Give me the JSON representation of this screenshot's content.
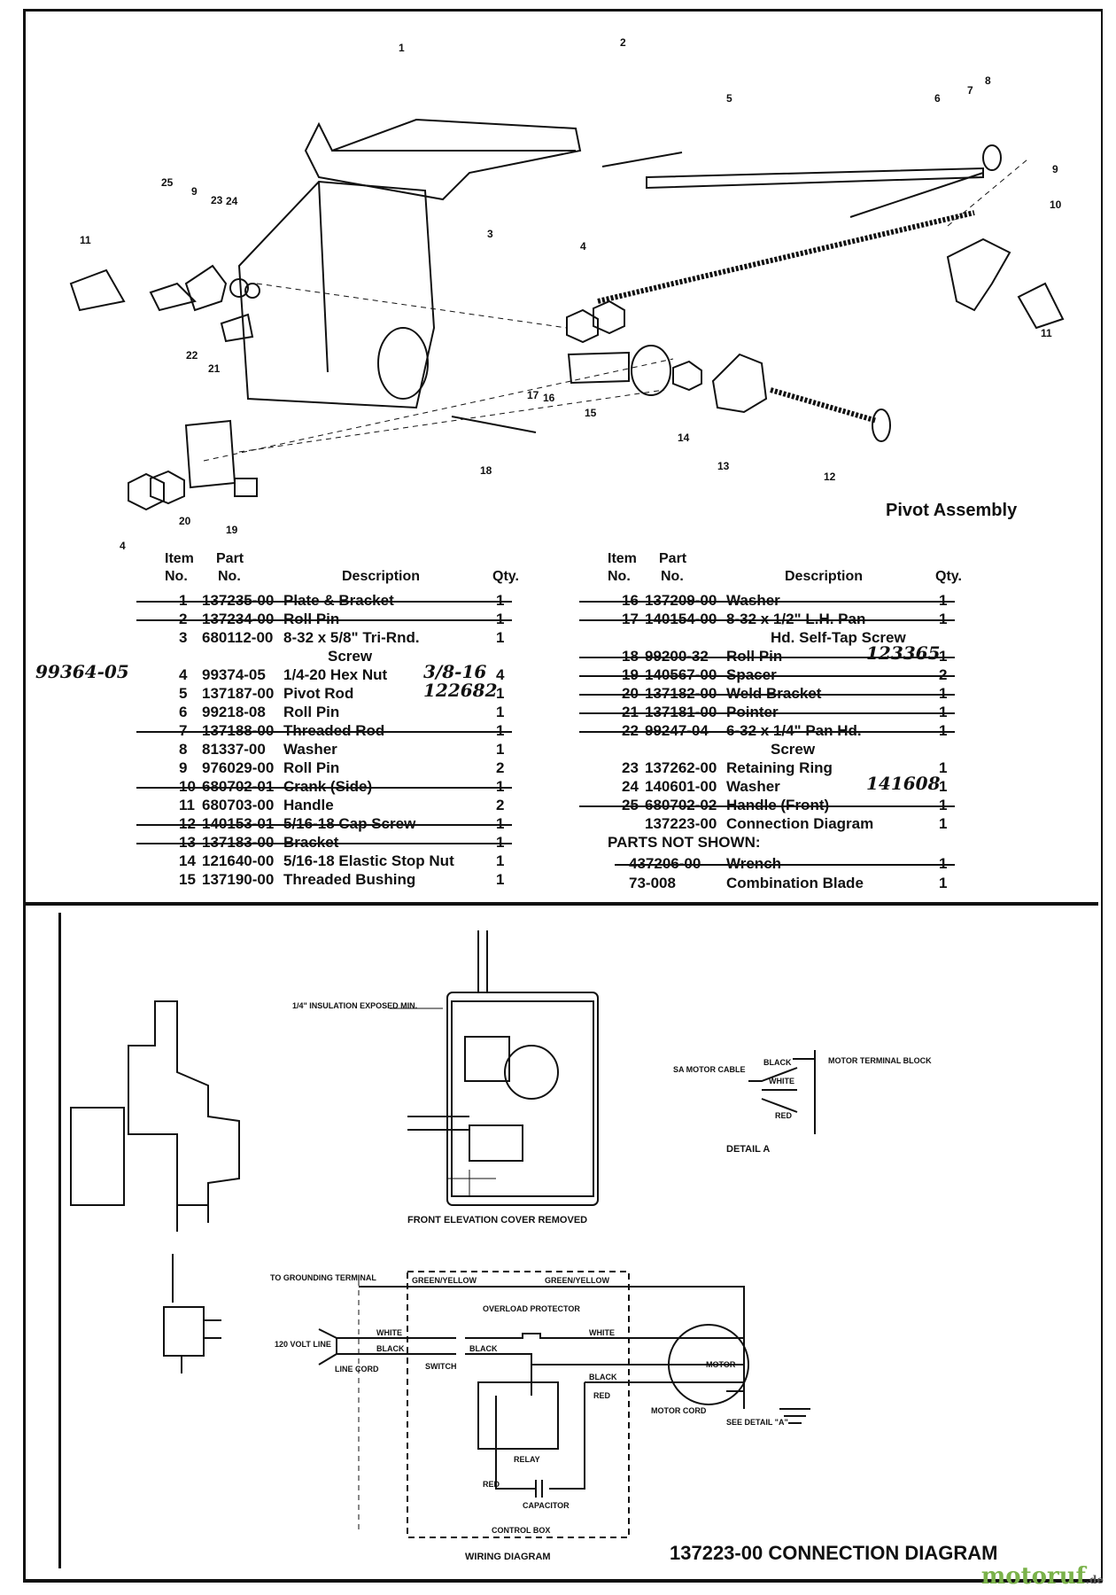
{
  "assembly": {
    "title": "Pivot Assembly",
    "callouts": [
      "1",
      "2",
      "3",
      "4",
      "5",
      "6",
      "7",
      "8",
      "9",
      "10",
      "11",
      "12",
      "13",
      "14",
      "15",
      "16",
      "17",
      "18",
      "19",
      "20",
      "21",
      "22",
      "23",
      "24",
      "25"
    ]
  },
  "parts_table": {
    "headers": {
      "item": "Item",
      "no": "No.",
      "part": "Part",
      "part_no": "No.",
      "description": "Description",
      "qty": "Qty."
    },
    "left_rows": [
      {
        "item": "1",
        "part": "137235-00",
        "desc": "Plate & Bracket",
        "qty": "1",
        "struck": true
      },
      {
        "item": "2",
        "part": "137234-00",
        "desc": "Roll Pin",
        "qty": "1",
        "struck": true
      },
      {
        "item": "3",
        "part": "680112-00",
        "desc": "8-32 x 5/8\" Tri-Rnd.",
        "desc2": "Screw",
        "qty": "1",
        "struck": false
      },
      {
        "item": "4",
        "part": "99374-05",
        "desc": "1/4-20 Hex Nut",
        "qty": "4",
        "struck": false,
        "note_left": "99364-05",
        "note_right": "3/8-16"
      },
      {
        "item": "5",
        "part": "137187-00",
        "desc": "Pivot Rod",
        "qty": "1",
        "struck": false,
        "note_right": "122682"
      },
      {
        "item": "6",
        "part": "99218-08",
        "desc": "Roll Pin",
        "qty": "1",
        "struck": false
      },
      {
        "item": "7",
        "part": "137188-00",
        "desc": "Threaded Rod",
        "qty": "1",
        "struck": true
      },
      {
        "item": "8",
        "part": "81337-00",
        "desc": "Washer",
        "qty": "1",
        "struck": false
      },
      {
        "item": "9",
        "part": "976029-00",
        "desc": "Roll Pin",
        "qty": "2",
        "struck": false
      },
      {
        "item": "10",
        "part": "680702-01",
        "desc": "Crank (Side)",
        "qty": "1",
        "struck": true
      },
      {
        "item": "11",
        "part": "680703-00",
        "desc": "Handle",
        "qty": "2",
        "struck": false
      },
      {
        "item": "12",
        "part": "140153-01",
        "desc": "5/16-18 Cap Screw",
        "qty": "1",
        "struck": true
      },
      {
        "item": "13",
        "part": "137183-00",
        "desc": "Bracket",
        "qty": "1",
        "struck": true
      },
      {
        "item": "14",
        "part": "121640-00",
        "desc": "5/16-18 Elastic Stop Nut",
        "qty": "1",
        "struck": false
      },
      {
        "item": "15",
        "part": "137190-00",
        "desc": "Threaded Bushing",
        "qty": "1",
        "struck": false
      }
    ],
    "right_rows": [
      {
        "item": "16",
        "part": "137209-00",
        "desc": "Washer",
        "qty": "1",
        "struck": true
      },
      {
        "item": "17",
        "part": "140154-00",
        "desc": "8-32 x 1/2\" L.H. Pan",
        "desc2": "Hd. Self-Tap Screw",
        "qty": "1",
        "struck": true
      },
      {
        "item": "18",
        "part": "99200-32",
        "desc": "Roll Pin",
        "qty": "1",
        "struck": true,
        "note_right": "123365"
      },
      {
        "item": "19",
        "part": "140567-00",
        "desc": "Spacer",
        "qty": "2",
        "struck": true
      },
      {
        "item": "20",
        "part": "137182-00",
        "desc": "Weld Bracket",
        "qty": "1",
        "struck": true
      },
      {
        "item": "21",
        "part": "137181-00",
        "desc": "Pointer",
        "qty": "1",
        "struck": true
      },
      {
        "item": "22",
        "part": "99247-04",
        "desc": "6-32 x 1/4\" Pan Hd.",
        "desc2": "Screw",
        "qty": "1",
        "struck": true
      },
      {
        "item": "23",
        "part": "137262-00",
        "desc": "Retaining Ring",
        "qty": "1",
        "struck": false
      },
      {
        "item": "24",
        "part": "140601-00",
        "desc": "Washer",
        "qty": "1",
        "struck": false,
        "note_right": "141608"
      },
      {
        "item": "25",
        "part": "680702-02",
        "desc": "Handle (Front)",
        "qty": "1",
        "struck": true
      },
      {
        "item": "",
        "part": "137223-00",
        "desc": "Connection Diagram",
        "qty": "1",
        "struck": false
      }
    ],
    "not_shown_title": "PARTS NOT SHOWN:",
    "not_shown": [
      {
        "part": "437206-00",
        "desc": "Wrench",
        "qty": "1",
        "struck": true
      },
      {
        "part": "73-008",
        "desc": "Combination Blade",
        "qty": "1",
        "struck": false
      }
    ]
  },
  "wiring": {
    "insulation_note": "1/4\" INSULATION EXPOSED MIN.",
    "front_elevation_caption": "FRONT ELEVATION COVER REMOVED",
    "detail_caption": "DETAIL A",
    "detail_labels": {
      "motor_cable": "SA MOTOR CABLE",
      "terminal_block": "MOTOR TERMINAL BLOCK",
      "black": "BLACK",
      "white": "WHITE",
      "red": "RED"
    },
    "diagram_labels": {
      "grounding": "TO GROUNDING TERMINAL",
      "line_120": "120 VOLT LINE",
      "line_cord": "LINE CORD",
      "green_yellow": "GREEN/YELLOW",
      "overload": "OVERLOAD PROTECTOR",
      "white": "WHITE",
      "black": "BLACK",
      "red": "RED",
      "switch": "SWITCH",
      "relay": "RELAY",
      "capacitor": "CAPACITOR",
      "control_box": "CONTROL BOX",
      "motor": "MOTOR",
      "motor_cord": "MOTOR CORD",
      "see_detail": "SEE DETAIL \"A\""
    },
    "wiring_caption": "WIRING DIAGRAM",
    "title": "137223-00 CONNECTION DIAGRAM"
  },
  "watermark": {
    "brand": "motoruf",
    "tld": ".de"
  }
}
